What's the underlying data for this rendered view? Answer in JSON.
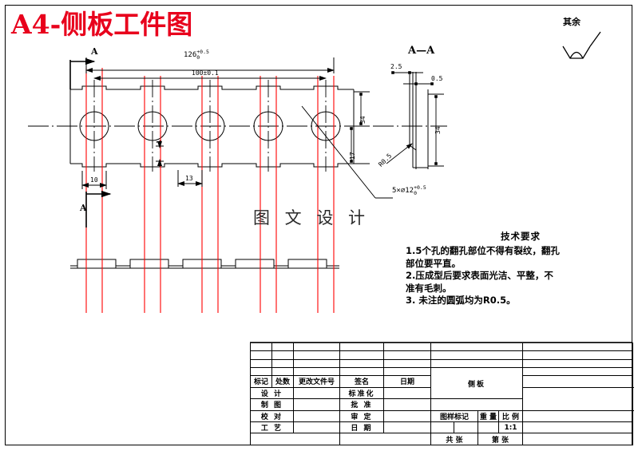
{
  "document": {
    "title": "A4-侧板工件图",
    "title_color": "#e8001c",
    "watermark": "图 文 设 计",
    "sheet_border_color": "#000000",
    "centerline_color": "#ff0000",
    "outline_color": "#000000"
  },
  "views": {
    "front": {
      "section_mark_top": "A",
      "section_mark_bottom": "A",
      "hole_count": 5
    },
    "section": {
      "label": "A—A",
      "dim_wall_left": "2.5",
      "dim_wall_right": "0.5",
      "dim_height": "34",
      "radius_note": "R0.5"
    },
    "surface_note": {
      "label": "其余",
      "symbol": "surface-finish-icon"
    }
  },
  "dimensions": {
    "overall_length": {
      "value": "126",
      "tol_upper": "+0.5",
      "tol_lower": "0"
    },
    "hole_span": {
      "value": "100±0.1"
    },
    "edge_offset": {
      "value": "10"
    },
    "notch_pitch": {
      "value": "13"
    },
    "notch_depth": {
      "value": "1"
    },
    "height_total": {
      "value": "34"
    },
    "height_partial": {
      "value": "17"
    },
    "hole_callout": {
      "value": "5×⌀12",
      "tol_upper": "+0.5",
      "tol_lower": "0"
    }
  },
  "tech_requirements": {
    "title": "技术要求",
    "items": [
      "1.5个孔的翻孔部位不得有裂纹，翻孔",
      "部位要平直。",
      "2.压成型后要求表面光洁、平整，不",
      "准有毛刺。",
      "3. 未注的圆弧均为R0.5。"
    ]
  },
  "title_block": {
    "revision_headers": [
      "标记",
      "处数",
      "更改文件号",
      "签名",
      "日期"
    ],
    "role_rows_left": [
      "设 计",
      "制 图",
      "校 对",
      "工 艺"
    ],
    "role_rows_mid": [
      "标准化",
      "批 准",
      "审 定",
      "日 期"
    ],
    "part_name": "侧板",
    "drawing_mark_label": "图样标记",
    "weight_label": "重 量",
    "scale_label": "比 例",
    "scale_value": "1:1",
    "sheet_total_label": "共  张",
    "sheet_index_label": "第  张"
  }
}
